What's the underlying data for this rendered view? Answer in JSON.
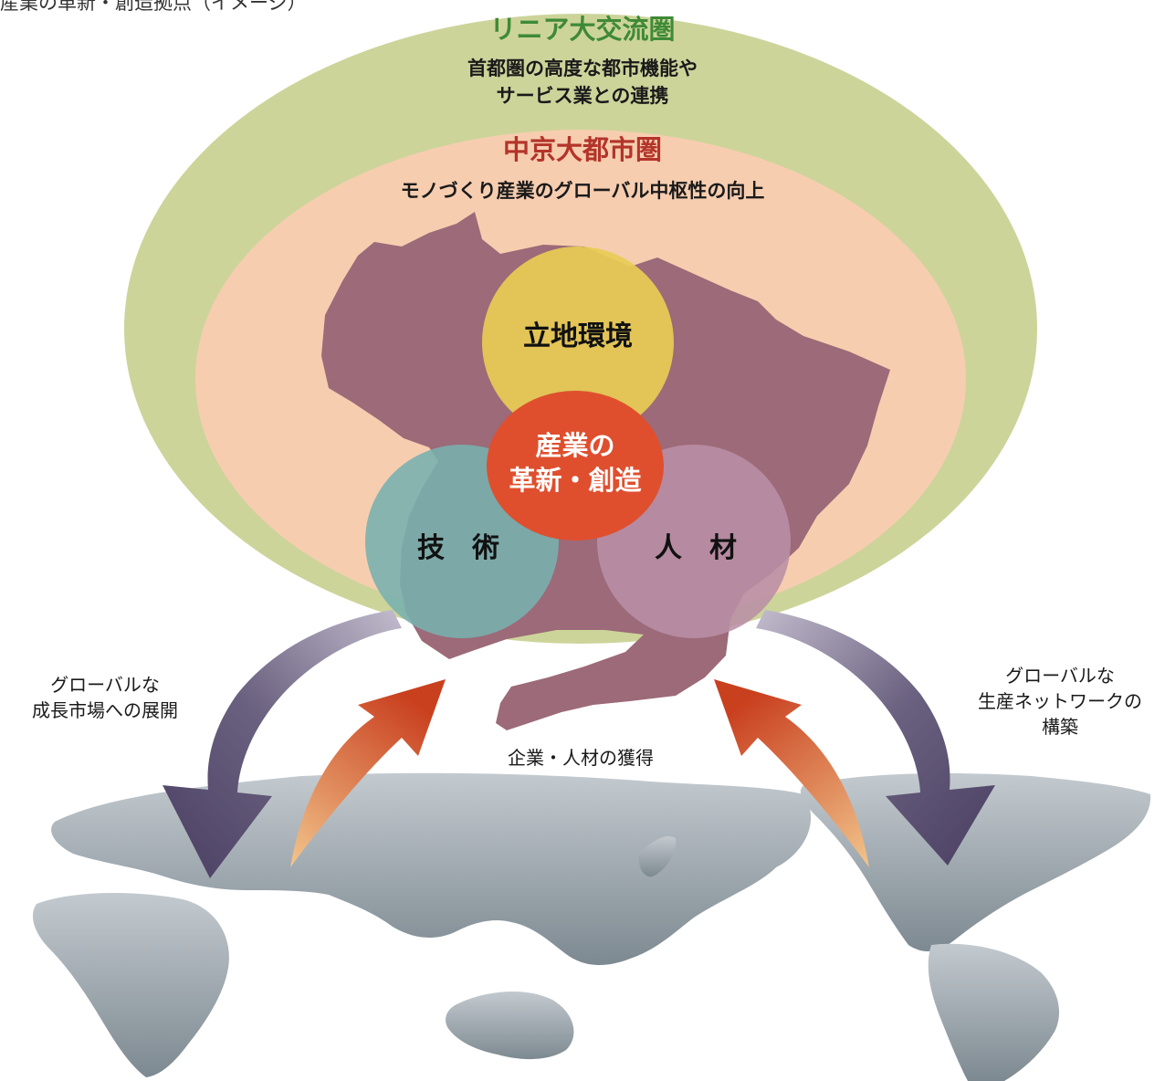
{
  "header": {
    "cutoff_text": "産業の革新・創造拠点（イメージ）"
  },
  "outer_zone": {
    "title": "リニア大交流圏",
    "desc_lines": [
      "首都圏の高度な都市機能や",
      "サービス業との連携"
    ]
  },
  "inner_zone": {
    "title": "中京大都市圏",
    "desc": "モノづくり産業のグローバル中枢性の向上"
  },
  "circles": {
    "location": "立地環境",
    "core_lines": [
      "産業の",
      "革新・創造"
    ],
    "technology": "技　術",
    "talent": "人　材"
  },
  "arrows": {
    "left_out_lines": [
      "グローバルな",
      "成長市場への展開"
    ],
    "right_out_lines": [
      "グローバルな",
      "生産ネットワークの",
      "構築"
    ],
    "inbound": "企業・人材の獲得"
  },
  "colors": {
    "outer": "#cdd49a",
    "inner": "#f7cdb0",
    "outer_title": "#3f8a36",
    "inner_title": "#b3342a",
    "land": "#9c6a78",
    "location": "#e8cc55",
    "core": "#df4f2e",
    "technology": "#78b0ae",
    "talent": "#b98ea5",
    "out_arrow": "#4f4567",
    "in_arrow": "#d24a22",
    "world": "#8b979f"
  }
}
